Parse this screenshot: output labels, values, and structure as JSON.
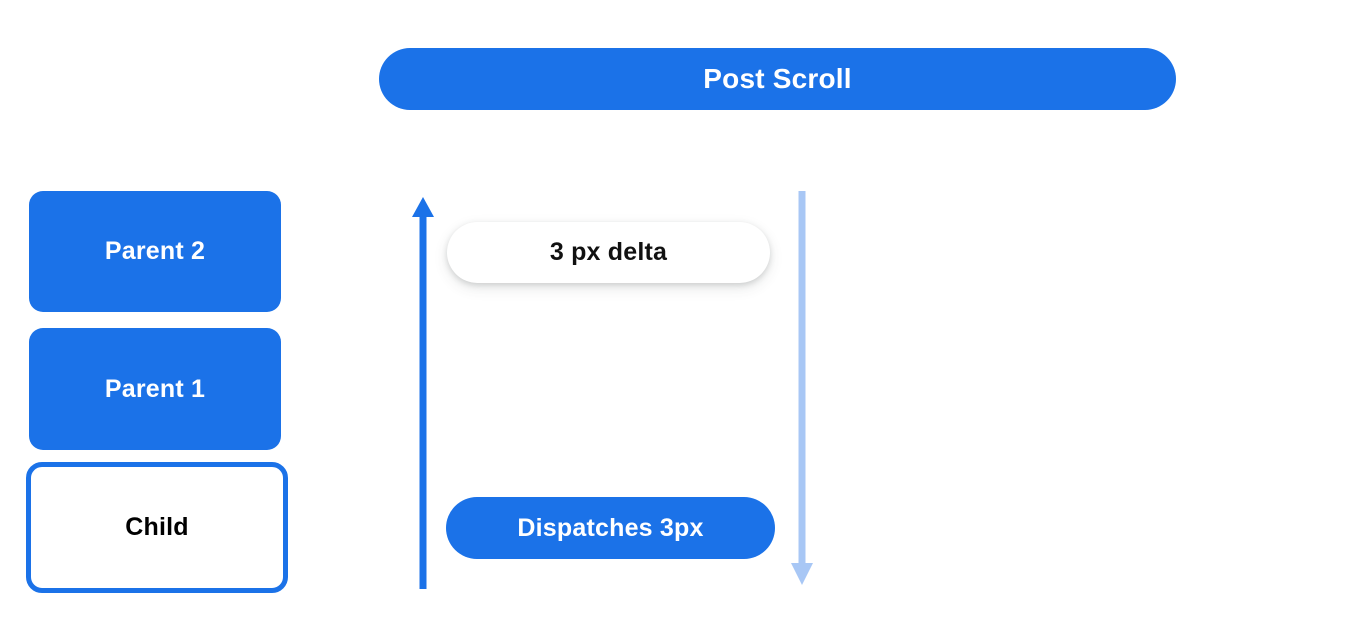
{
  "header": {
    "title": "Post Scroll",
    "color": "#1b72e8",
    "text_color": "#ffffff"
  },
  "stack": {
    "boxes": [
      {
        "label": "Parent 2",
        "style": "filled",
        "fill": "#1b72e8",
        "text_color": "#ffffff"
      },
      {
        "label": "Parent 1",
        "style": "filled",
        "fill": "#1b72e8",
        "text_color": "#ffffff"
      },
      {
        "label": "Child",
        "style": "outlined",
        "fill": "#ffffff",
        "border": "#1b72e8",
        "text_color": "#000000"
      }
    ]
  },
  "arrows": {
    "up": {
      "name": "scroll-up-arrow",
      "direction": "up",
      "color": "#1b72e8"
    },
    "down": {
      "name": "scroll-down-arrow",
      "direction": "down",
      "color": "#a8c7f5"
    }
  },
  "annotations": {
    "delta": {
      "label": "3 px delta",
      "fill": "#ffffff",
      "text_color": "#111111"
    },
    "dispatch": {
      "label": "Dispatches 3px",
      "fill": "#1b72e8",
      "text_color": "#ffffff"
    }
  }
}
